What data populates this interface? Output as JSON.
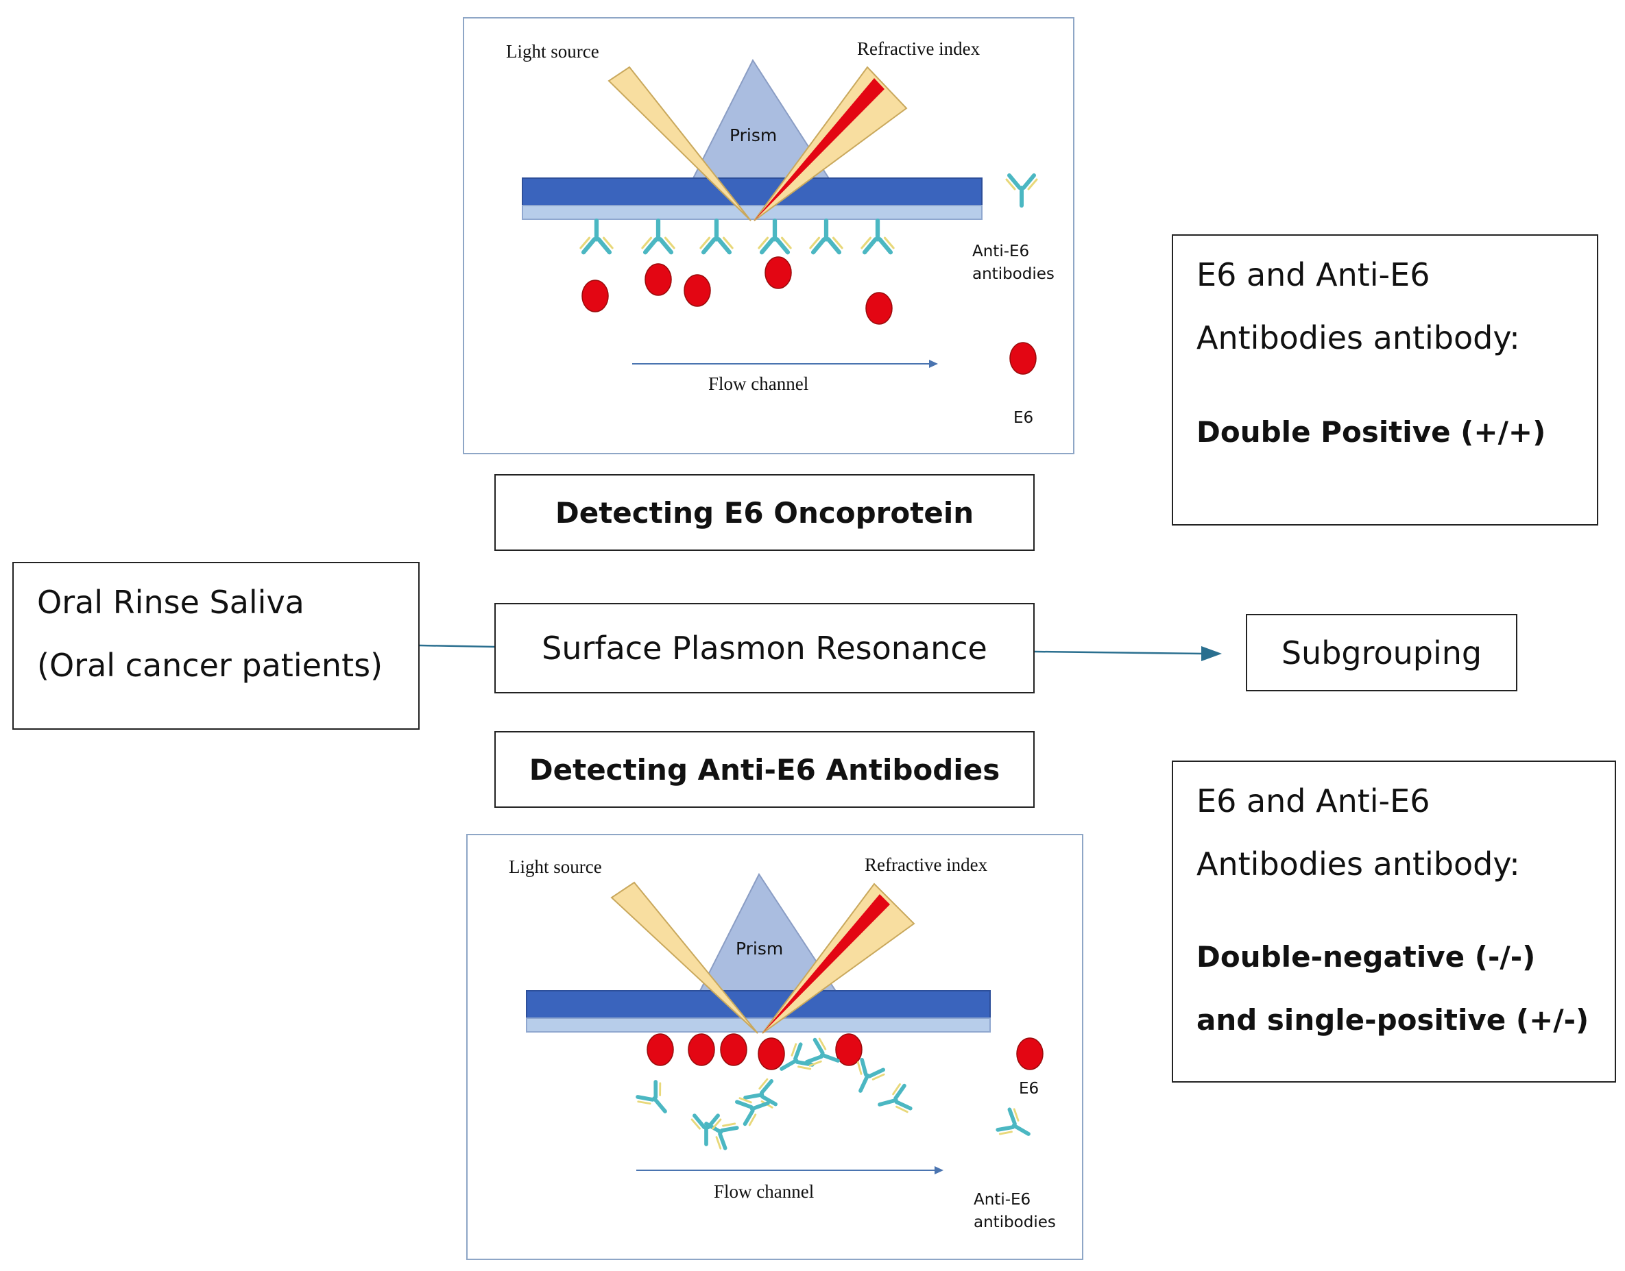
{
  "top_panel": {
    "light_source": "Light source",
    "refractive_index": "Refractive index",
    "prism": "Prism",
    "antibody_label_line1": "Anti-E6",
    "antibody_label_line2": "antibodies",
    "flow_channel": "Flow channel",
    "e6_label": "E6"
  },
  "bottom_panel": {
    "light_source": "Light source",
    "refractive_index": "Refractive index",
    "prism": "Prism",
    "e6_label": "E6",
    "flow_channel": "Flow channel",
    "antibody_label_line1": "Anti-E6",
    "antibody_label_line2": "antibodies"
  },
  "labels": {
    "detecting_e6": "Detecting E6 Oncoprotein",
    "spr": "Surface Plasmon Resonance",
    "detecting_anti_e6": "Detecting Anti-E6 Antibodies",
    "subgrouping": "Subgrouping"
  },
  "input_box": {
    "line1": "Oral Rinse Saliva",
    "line2": "(Oral cancer patients)"
  },
  "result_top": {
    "line1": "E6 and Anti-E6",
    "line2": "Antibodies antibody:",
    "line3": "Double Positive (+/+)"
  },
  "result_bottom": {
    "line1": "E6 and Anti-E6",
    "line2": "Antibodies antibody:",
    "line3": "Double-negative (-/-)",
    "line4": "and single-positive (+/-)"
  },
  "colors": {
    "sensor_dark": "#3a64bd",
    "sensor_light": "#b7cdea",
    "prism": "#aabde0",
    "beam": "#f8dea0",
    "beam_red": "#e30613",
    "e6": "#e30613",
    "antibody_teal": "#4bb7c2",
    "antibody_yellow": "#e8d87a",
    "arrow": "#2a6f8f"
  }
}
